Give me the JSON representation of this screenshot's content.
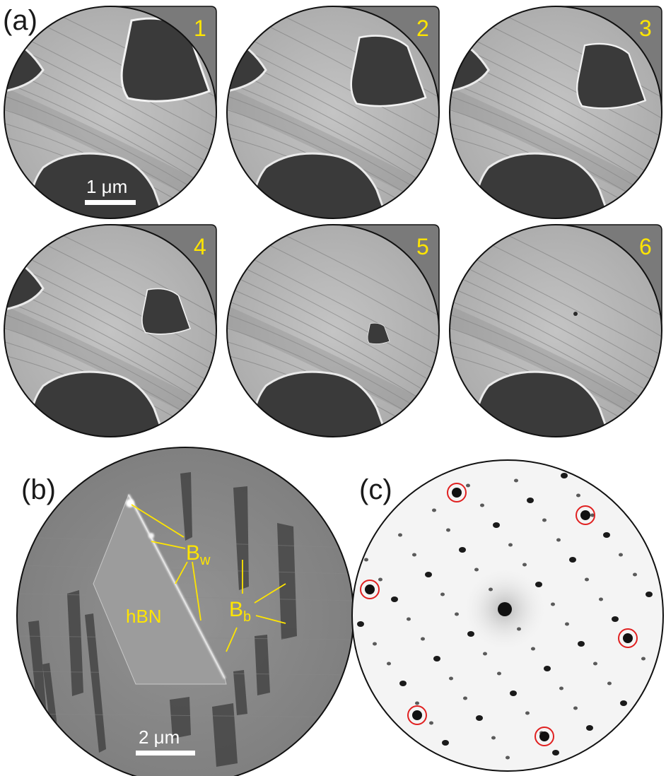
{
  "panel_labels": {
    "a": "(a)",
    "b": "(b)",
    "c": "(c)"
  },
  "frames": [
    "1",
    "2",
    "3",
    "4",
    "5",
    "6"
  ],
  "scale_bars": {
    "a": "1 μm",
    "b": "2 μm"
  },
  "annotations_b": {
    "hbn": "hBN",
    "bw_main": "B",
    "bw_sub": "w",
    "bb_main": "B",
    "bb_sub": "b"
  },
  "colors": {
    "label_yellow": "#ffe500",
    "spot_circle": "#e02020"
  }
}
